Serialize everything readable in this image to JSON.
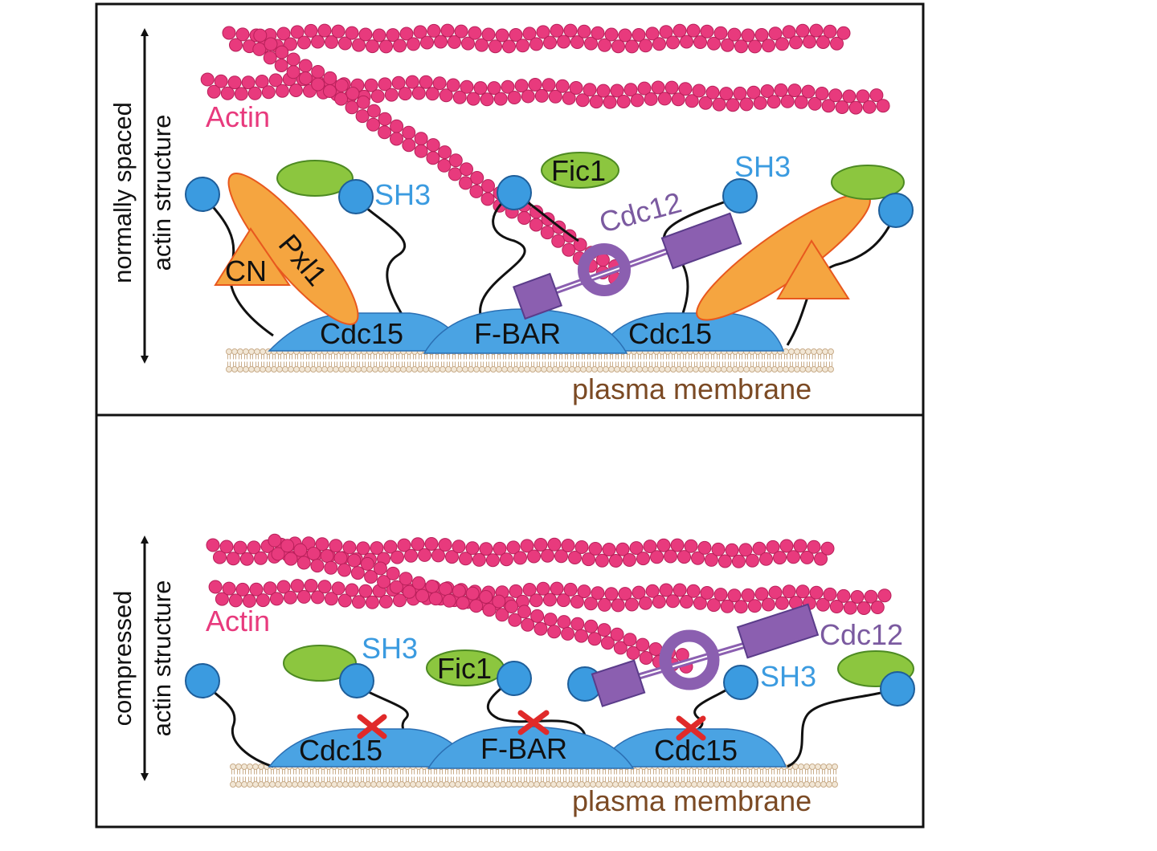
{
  "panels": [
    {
      "side_label_line1": "normally spaced",
      "side_label_line2": "actin structure",
      "actin_label": "Actin",
      "sh3_left": "SH3",
      "sh3_right": "SH3",
      "fic1": "Fic1",
      "cdc12": "Cdc12",
      "pxl1": "Pxl1",
      "cn": "CN",
      "cdc15_left": "Cdc15",
      "fbar": "F-BAR",
      "cdc15_right": "Cdc15",
      "membrane": "plasma membrane"
    },
    {
      "side_label_line1": "compressed",
      "side_label_line2": "actin structure",
      "actin_label": "Actin",
      "sh3_left": "SH3",
      "sh3_right": "SH3",
      "fic1": "Fic1",
      "cdc12": "Cdc12",
      "cdc15_left": "Cdc15",
      "fbar": "F-BAR",
      "cdc15_right": "Cdc15",
      "membrane": "plasma membrane"
    }
  ],
  "colors": {
    "actin": "#e83a7d",
    "actin_dark": "#b8205a",
    "sh3_blue": "#3b9be0",
    "domain_blue": "#4aa3e3",
    "green": "#8cc63f",
    "orange": "#f5a540",
    "orange_edge": "#e8581e",
    "purple": "#8b5fb0",
    "purple_dark": "#5b3c8a",
    "membrane": "#c9ad8b",
    "membrane_text": "#7b4a24",
    "x_mark": "#e02a2a"
  },
  "icons": [
    "double-arrow-icon",
    "x-mark-icon"
  ]
}
